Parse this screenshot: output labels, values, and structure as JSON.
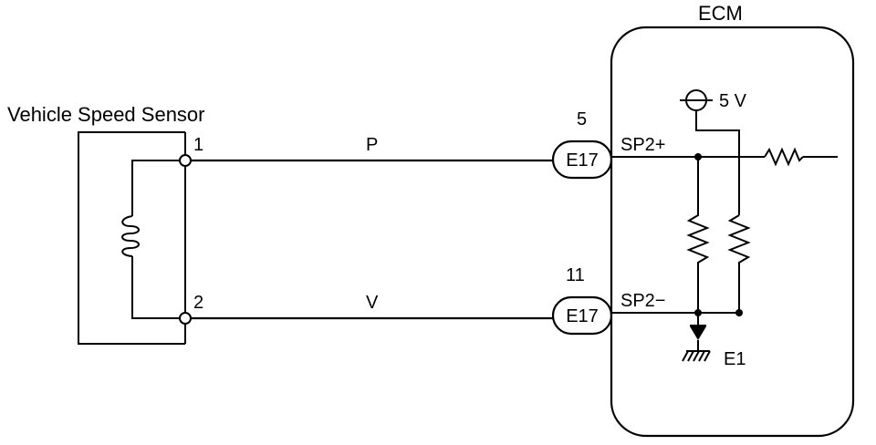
{
  "sensor": {
    "title": "Vehicle Speed Sensor",
    "pin1": "1",
    "pin2": "2"
  },
  "wires": {
    "upper_color": "P",
    "lower_color": "V"
  },
  "connectors": {
    "upper": {
      "pin": "5",
      "code": "E17"
    },
    "lower": {
      "pin": "11",
      "code": "E17"
    }
  },
  "ecm": {
    "title": "ECM",
    "supply_label": "5 V",
    "terminal_plus": "SP2+",
    "terminal_minus": "SP2−",
    "ground_label": "E1"
  }
}
